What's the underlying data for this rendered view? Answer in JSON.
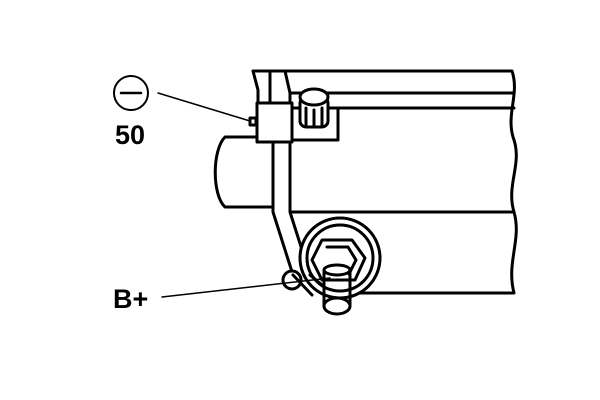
{
  "labels": {
    "terminal_50_symbol": "minus-in-circle",
    "terminal_50": "50",
    "terminal_b_plus": "B+"
  }
}
